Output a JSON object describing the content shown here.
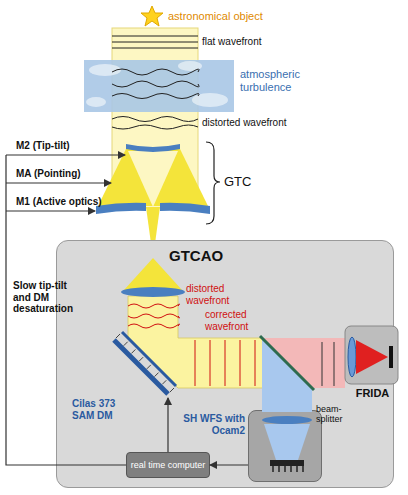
{
  "diagram": {
    "nodes": [
      {
        "text": [
          "GTCAO"
        ]
      },
      {
        "text": [
          "SH WFS with Ocam2"
        ],
        "in": 0
      },
      {
        "text": [
          "real time computer"
        ],
        "in": 0
      },
      {
        "text": [
          "FRIDA"
        ]
      }
    ],
    "edges": [
      {
        "from": 1,
        "to": 2,
        "arrow": "to"
      }
    ],
    "labels": [
      "astronomical object",
      "flat wavefront",
      "atmospheric turbulence",
      "distorted wavefront",
      "M2 (Tip-tilt)",
      "MA (Pointing)",
      "M1 (Active optics)",
      "GTC",
      "Slow tip-tilt and DM desaturation",
      "distorted wavefront",
      "corrected wavefront",
      "beam-splitter",
      "Cilas 373 SAM DM"
    ]
  }
}
